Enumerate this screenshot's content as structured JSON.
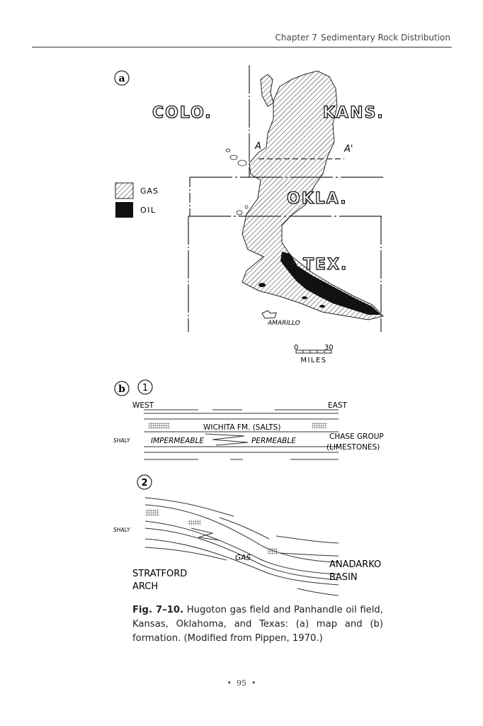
{
  "header": {
    "chapter": "Chapter 7",
    "title": "Sedimentary Rock Distribution"
  },
  "figure_a": {
    "panel_label": "a",
    "states": {
      "colo": "COLO.",
      "kans": "KANS.",
      "okla": "OKLA.",
      "tex": "TEX."
    },
    "legend": [
      {
        "label": "GAS",
        "pattern": "hatched"
      },
      {
        "label": "OIL",
        "pattern": "solid"
      }
    ],
    "section_labels": {
      "start": "A",
      "end": "A'"
    },
    "city": "AMARILLO",
    "scale": {
      "min": "0",
      "max": "30",
      "unit": "MILES"
    }
  },
  "figure_b": {
    "panel_label": "b",
    "section1": {
      "number": "1",
      "west": "WEST",
      "east": "EAST",
      "formation": "WICHITA FM. (SALTS)",
      "shaly": "SHALY",
      "impermeable": "IMPERMEABLE",
      "permeable": "PERMEABLE",
      "group_line1": "CHASE GROUP",
      "group_line2": "(LIMESTONES)"
    },
    "section2": {
      "number": "2",
      "shaly": "SHALY",
      "gas": "GAS",
      "arch_line1": "STRATFORD",
      "arch_line2": "ARCH",
      "basin_line1": "ANADARKO",
      "basin_line2": "BASIN"
    }
  },
  "caption": {
    "label": "Fig. 7–10.",
    "text": "Hugoton gas field and Panhandle oil field, Kansas, Oklahoma, and Texas: (a) map and (b) formation. (Modified from Pippen, 1970.)"
  },
  "page_number": "95"
}
